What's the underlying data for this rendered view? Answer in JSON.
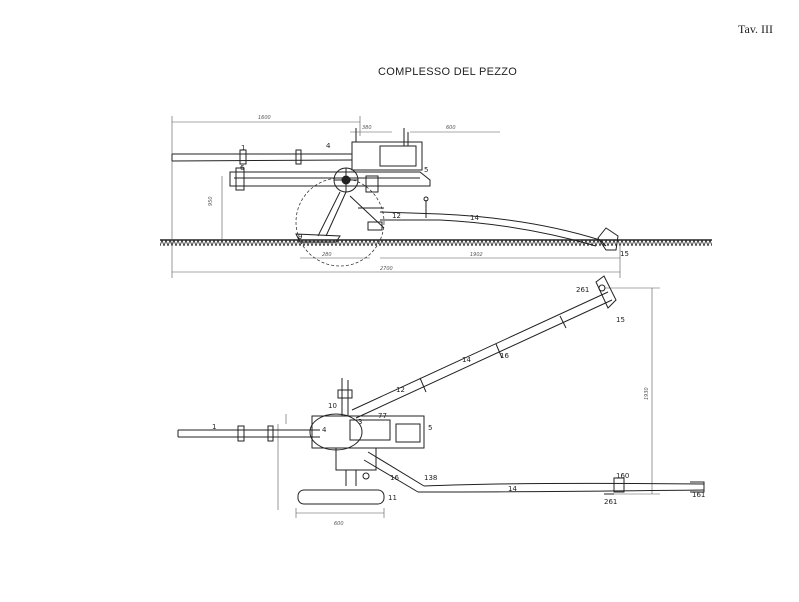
{
  "plate_number": "Tav. III",
  "title": "COMPLESSO DEL PEZZO",
  "side_view": {
    "labels": [
      "1",
      "4",
      "6",
      "5",
      "12",
      "14",
      "9",
      "15"
    ],
    "dimensions": [
      "1600",
      "380",
      "600",
      "950",
      "280",
      "1902",
      "2700"
    ]
  },
  "top_view": {
    "labels": [
      "261",
      "15",
      "14",
      "16",
      "12",
      "10",
      "77",
      "1",
      "4",
      "3",
      "5",
      "16",
      "138",
      "11",
      "14",
      "160",
      "261",
      "161"
    ],
    "dimensions": [
      "1930",
      "600"
    ]
  }
}
